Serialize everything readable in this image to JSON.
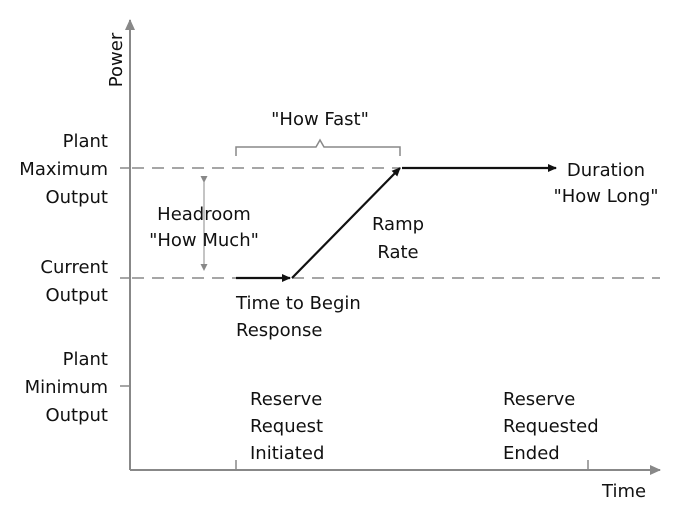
{
  "axes": {
    "y_label": "Power",
    "x_label": "Time"
  },
  "y_levels": {
    "max": [
      "Plant",
      "Maximum",
      "Output"
    ],
    "current": [
      "Current",
      "Output"
    ],
    "min": [
      "Plant",
      "Minimum",
      "Output"
    ]
  },
  "annotations": {
    "how_fast": "\"How Fast\"",
    "headroom": [
      "Headroom",
      "\"How Much\""
    ],
    "ramp_rate": [
      "Ramp",
      "Rate"
    ],
    "duration": [
      "Duration",
      "\"How Long\""
    ],
    "time_to_begin": [
      "Time to Begin",
      "Response"
    ]
  },
  "x_events": {
    "initiated": [
      "Reserve",
      "Request",
      "Initiated"
    ],
    "ended": [
      "Reserve",
      "Requested",
      "Ended"
    ]
  },
  "colors": {
    "line": "#111111",
    "dashed": "#888888",
    "axis": "#888888"
  }
}
